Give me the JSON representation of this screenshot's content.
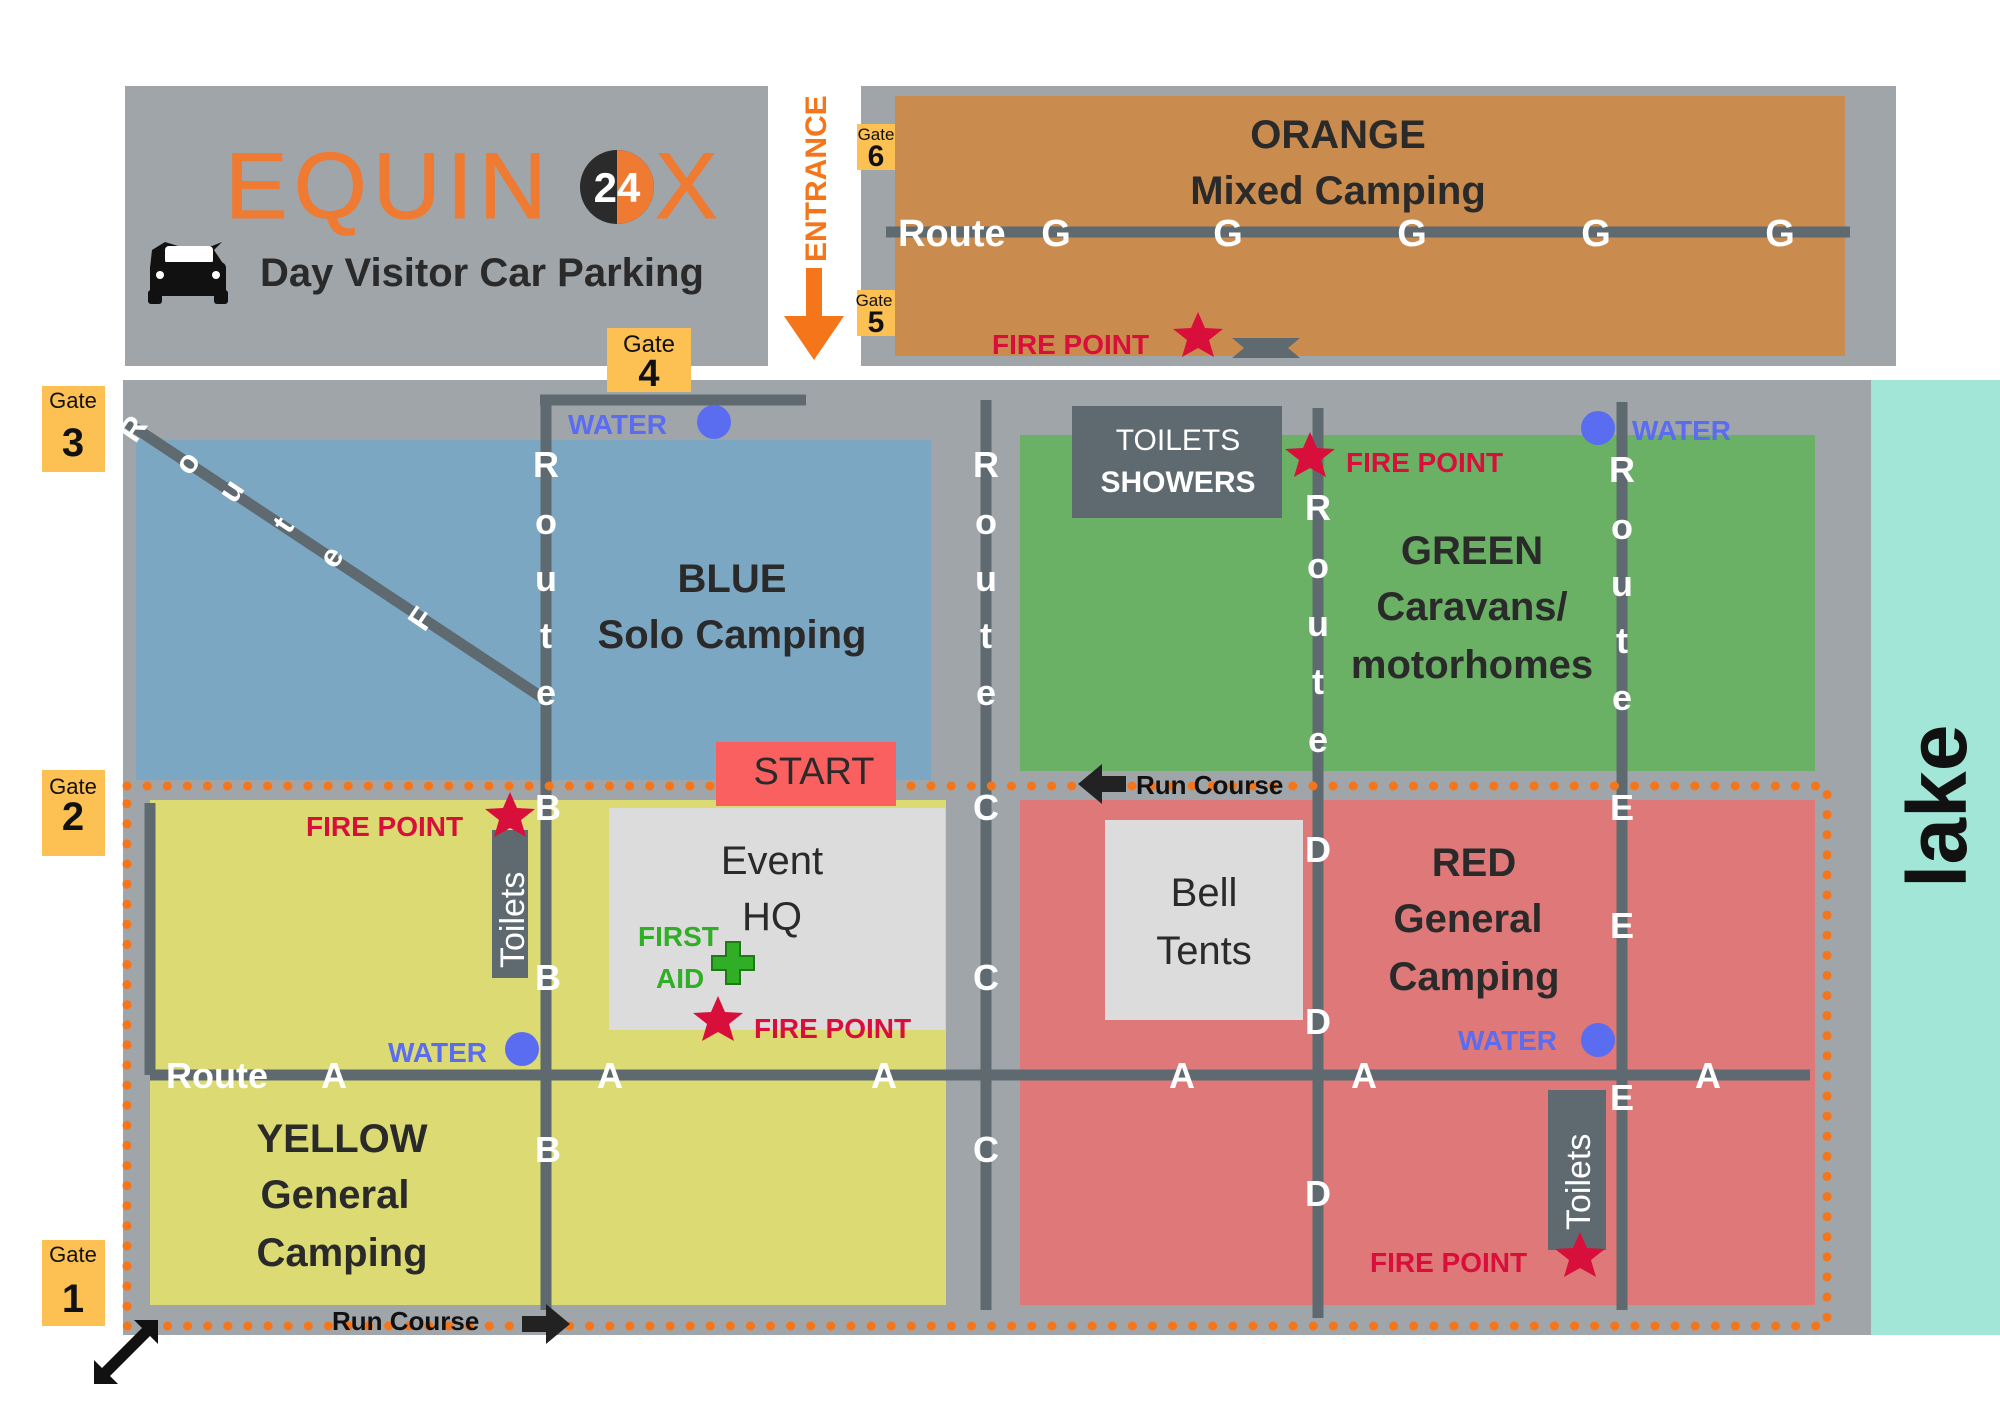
{
  "brand": {
    "logo_text": "EQUIN X",
    "logo_left": "EQUIN",
    "logo_right": "X",
    "logo_badge": "24",
    "parking_label": "Day Visitor Car Parking"
  },
  "entrance_label": "ENTRANCE",
  "gates": [
    {
      "word": "Gate",
      "num": "1"
    },
    {
      "word": "Gate",
      "num": "2"
    },
    {
      "word": "Gate",
      "num": "3"
    },
    {
      "word": "Gate",
      "num": "4"
    },
    {
      "word": "Gate",
      "num": "5"
    },
    {
      "word": "Gate",
      "num": "6"
    }
  ],
  "zones": {
    "orange": {
      "name": "ORANGE",
      "desc": "Mixed Camping"
    },
    "blue": {
      "name": "BLUE",
      "desc": "Solo Camping"
    },
    "green": {
      "name": "GREEN",
      "desc1": "Caravans/",
      "desc2": "motorhomes"
    },
    "yellow": {
      "name": "YELLOW",
      "desc1": "General",
      "desc2": "Camping"
    },
    "red": {
      "name": "RED",
      "desc1": "General",
      "desc2": "Camping"
    }
  },
  "routes": {
    "g": {
      "prefix": "Route",
      "letter": "G"
    },
    "a": {
      "prefix": "Route",
      "letter": "A"
    },
    "f_vertical": [
      "R",
      "o",
      "u",
      "t",
      "e"
    ],
    "f_letter": "F",
    "b": "B",
    "c": "C",
    "d": "D",
    "e": "E"
  },
  "facilities": {
    "toilets": "TOILETS",
    "showers": "SHOWERS",
    "toilets_small": "Toilets",
    "fire_point": "FIRE POINT",
    "water": "WATER",
    "start": "START",
    "event_hq_1": "Event",
    "event_hq_2": "HQ",
    "first_aid_1": "FIRST",
    "first_aid_2": "AID",
    "bell_tents_1": "Bell",
    "bell_tents_2": "Tents",
    "run_course": "Run Course"
  },
  "lake_label": "lake",
  "colors": {
    "gray": "#a0a5a9",
    "road": "#5e6a6f",
    "orange_zone": "#c98b4e",
    "blue_zone": "#7ba7c3",
    "green_zone": "#6ab166",
    "yellow_zone": "#dcda73",
    "red_zone": "#df7878",
    "lake": "#a2e6d8",
    "gate_badge": "#fcc053",
    "fire": "#d80f3a",
    "water": "#5a6cf0",
    "run_dots": "#f5761a"
  }
}
